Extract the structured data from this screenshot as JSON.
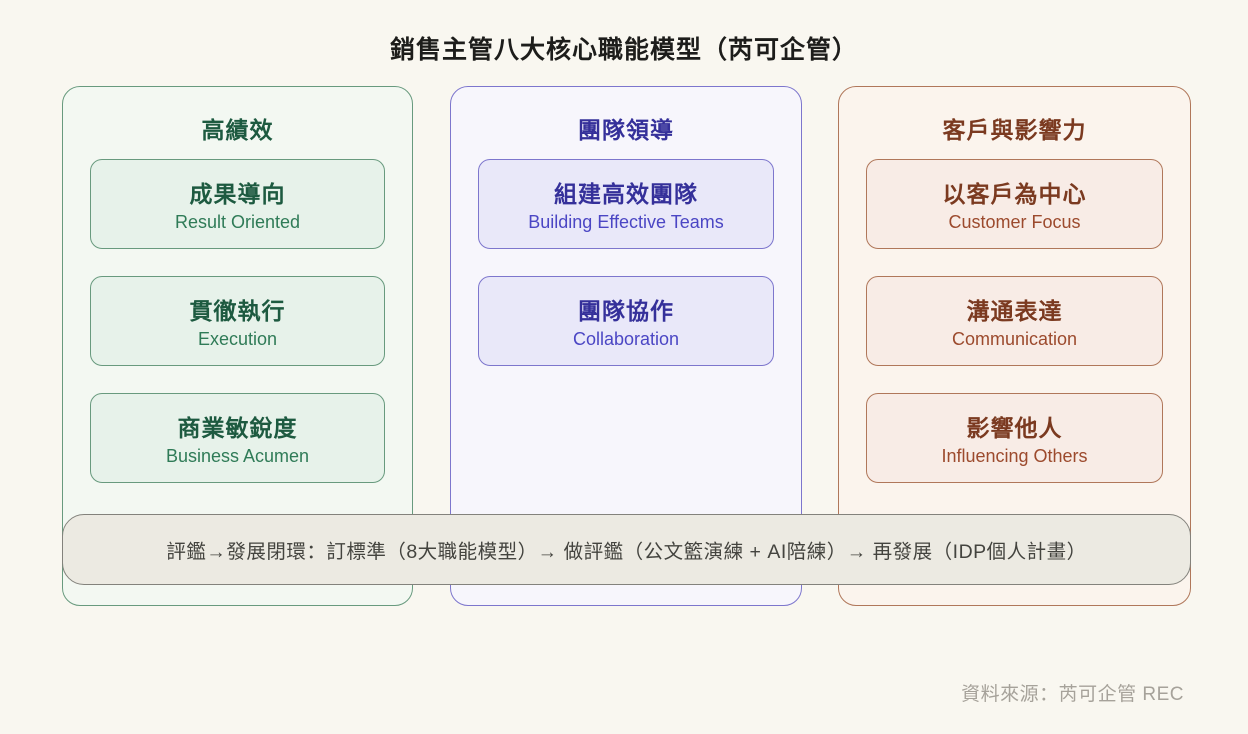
{
  "title": "銷售主管八大核心職能模型（芮可企管）",
  "columns": [
    {
      "id": "high-performance",
      "header": "高績效",
      "cards": [
        {
          "zh": "成果導向",
          "en": "Result Oriented"
        },
        {
          "zh": "貫徹執行",
          "en": "Execution"
        },
        {
          "zh": "商業敏銳度",
          "en": "Business Acumen"
        }
      ]
    },
    {
      "id": "team-leadership",
      "header": "團隊領導",
      "cards": [
        {
          "zh": "組建高效團隊",
          "en": "Building Effective Teams"
        },
        {
          "zh": "團隊協作",
          "en": "Collaboration"
        }
      ]
    },
    {
      "id": "customer-influence",
      "header": "客戶與影響力",
      "cards": [
        {
          "zh": "以客戶為中心",
          "en": "Customer Focus"
        },
        {
          "zh": "溝通表達",
          "en": "Communication"
        },
        {
          "zh": "影響他人",
          "en": "Influencing Others"
        }
      ]
    }
  ],
  "banner": "評鑑→發展閉環：訂標準（8大職能模型）→ 做評鑑（公文籃演練 + AI陪練）→ 再發展（IDP個人計畫）",
  "footer": "資料來源：芮可企管 REC",
  "colors": {
    "page_bg": "#f9f7f0",
    "title_text": "#1d1d1b",
    "green_accent": "#1d5a40",
    "green_en": "#2f7b57",
    "green_border": "#689a7e",
    "green_card_bg": "#e7f2ea",
    "green_col_bg": "#f3f8f2",
    "purple_accent": "#35309a",
    "purple_en": "#4b46c4",
    "purple_border": "#7d76cd",
    "purple_card_bg": "#e9e8f9",
    "purple_col_bg": "#f7f6fc",
    "red_accent": "#7b3a20",
    "red_en": "#9c4a2d",
    "red_border": "#b0775a",
    "red_card_bg": "#f8ece6",
    "red_col_bg": "#fbf4ed",
    "banner_bg": "#eceae2",
    "banner_border": "#83827c",
    "banner_text": "#44443f",
    "footer_text": "#a6a29a"
  }
}
